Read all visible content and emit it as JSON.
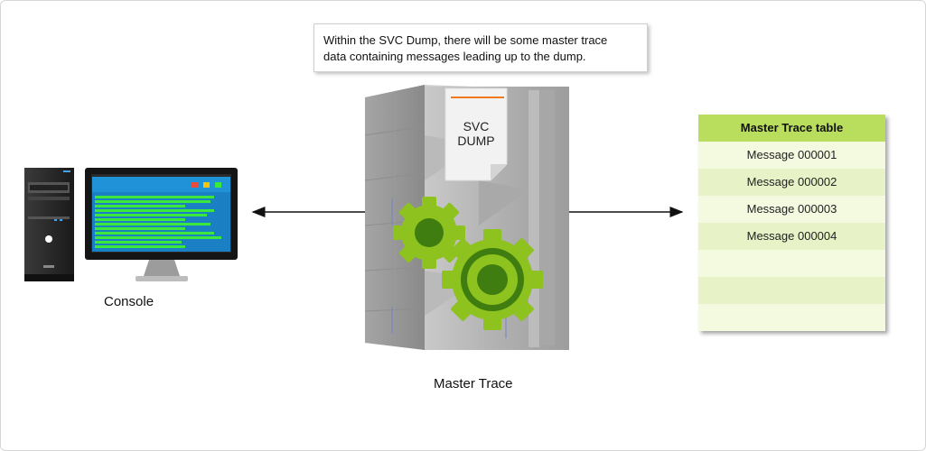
{
  "callout": {
    "line1": "Within the SVC Dump, there will be some master trace",
    "line2": "data containing messages leading up to the dump."
  },
  "console_label": "Console",
  "master_trace_label": "Master Trace",
  "svc_dump": {
    "line1": "SVC",
    "line2": "DUMP"
  },
  "trace_table": {
    "header": "Master Trace table",
    "rows": [
      "Message 000001",
      "Message 000002",
      "Message 000003",
      "Message 000004",
      "",
      "",
      ""
    ]
  },
  "colors": {
    "gear": "#8dc21f",
    "gear_dark": "#3f7d10",
    "screen": "#1f92d8",
    "screen_text": "#3ce83c",
    "table_header": "#b9dd5c"
  }
}
